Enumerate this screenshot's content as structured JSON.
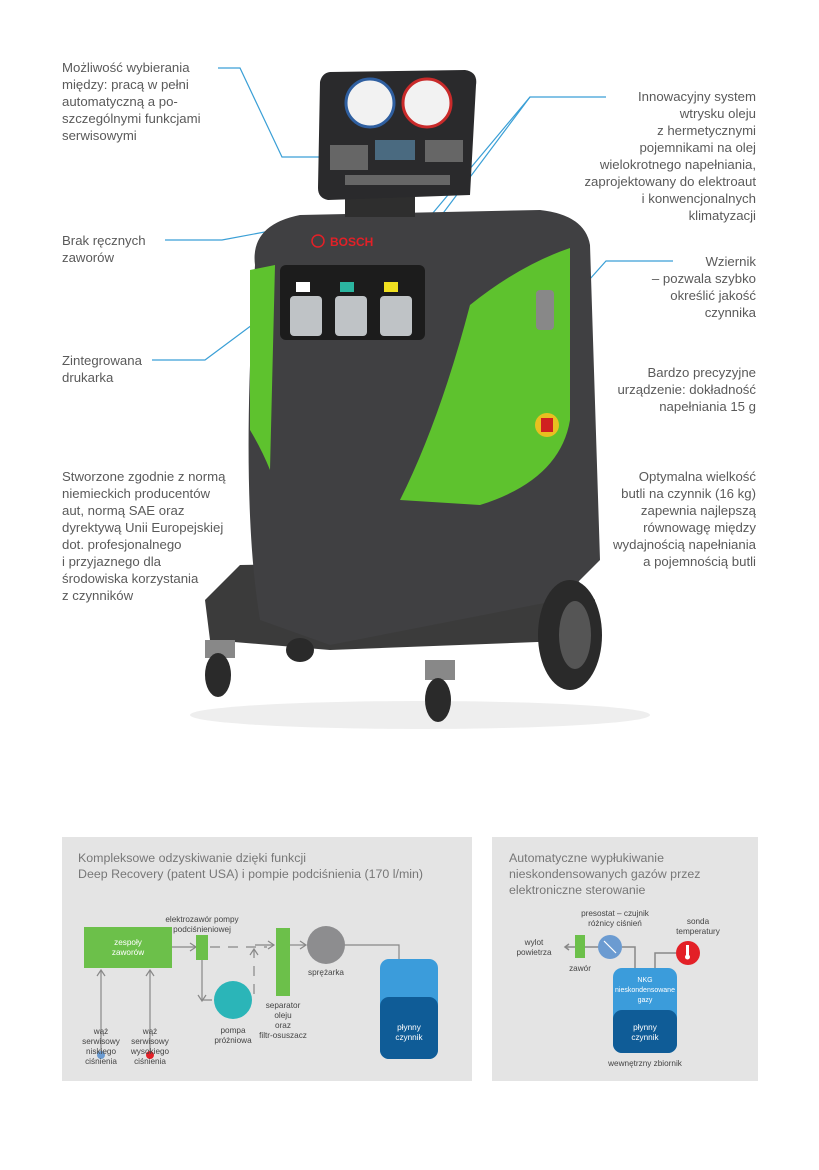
{
  "callouts": {
    "left": [
      {
        "lines": [
          "Możliwość wybierania",
          "między: pracą w pełni",
          "automatyczną a po-",
          "szczególnymi funkcjami",
          "serwisowymi"
        ]
      },
      {
        "lines": [
          "Brak ręcznych",
          "zaworów"
        ]
      },
      {
        "lines": [
          "Zintegrowana",
          "drukarka"
        ]
      },
      {
        "lines": [
          "Stworzone zgodnie z normą",
          "niemieckich producentów",
          "aut, normą SAE oraz",
          "dyrektywą Unii Europejskiej",
          "dot. profesjonalnego",
          "i przyjaznego dla",
          "środowiska korzystania",
          "z czynników"
        ]
      }
    ],
    "right": [
      {
        "lines": [
          "Innowacyjny system",
          "wtrysku oleju",
          "z hermetycznymi",
          "pojemnikami na olej",
          "wielokrotnego napełniania,",
          "zaprojektowany do elektroaut",
          "i konwencjonalnych",
          "klimatyzacji"
        ]
      },
      {
        "lines": [
          "Wziernik",
          "– pozwala szybko",
          "określić jakość",
          "czynnika"
        ]
      },
      {
        "lines": [
          "Bardzo precyzyjne",
          "urządzenie: dokładność",
          "napełniania 15 g"
        ]
      },
      {
        "lines": [
          "Optymalna wielkość",
          "butli na czynnik (16 kg)",
          "zapewnia najlepszą",
          "równowagę między",
          "wydajnością napełniania",
          "a pojemnością butli"
        ]
      }
    ],
    "line_color": "#3a9fd6"
  },
  "machine": {
    "brand": "BOSCH",
    "body_color": "#3a3a3a",
    "accent_color": "#5ec22e"
  },
  "diagram1": {
    "title": [
      "Kompleksowe odzyskiwanie dzięki funkcji",
      "Deep Recovery (patent USA) i pompie podciśnienia (170 l/min)"
    ],
    "valves": [
      "zespoły",
      "zaworów"
    ],
    "solenoid": [
      "elektrozawór pompy",
      "podciśnieniowej"
    ],
    "pump": [
      "pompa",
      "próżniowa"
    ],
    "separator": [
      "separator",
      "oleju",
      "oraz",
      "filtr-osuszacz"
    ],
    "compressor": "sprężarka",
    "tank": [
      "płynny",
      "czynnik"
    ],
    "low_hose": [
      "wąż",
      "serwisowy",
      "niskiego",
      "ciśnienia"
    ],
    "high_hose": [
      "wąż",
      "serwisowy",
      "wysokiego",
      "ciśnienia"
    ]
  },
  "diagram2": {
    "title": [
      "Automatyczne wypłukiwanie",
      "nieskondensowanych gazów przez",
      "elektroniczne sterowanie"
    ],
    "outlet": [
      "wylot",
      "powietrza"
    ],
    "valve": "zawór",
    "pressostat": [
      "presostat – czujnik",
      "różnicy ciśnień"
    ],
    "temp_probe": [
      "sonda",
      "temperatury"
    ],
    "ncg": [
      "NKG",
      "nieskondensowane",
      "gazy"
    ],
    "liquid": [
      "płynny",
      "czynnik"
    ],
    "tank": "wewnętrzny zbiornik"
  },
  "colors": {
    "green": "#6cc04a",
    "light_blue": "#3b9cdb",
    "dark_blue": "#0f5c97",
    "teal": "#2bb5b8",
    "grey": "#8d8d8f",
    "red": "#e32027",
    "low": "#6b9bd1",
    "panel": "#e4e4e4"
  }
}
